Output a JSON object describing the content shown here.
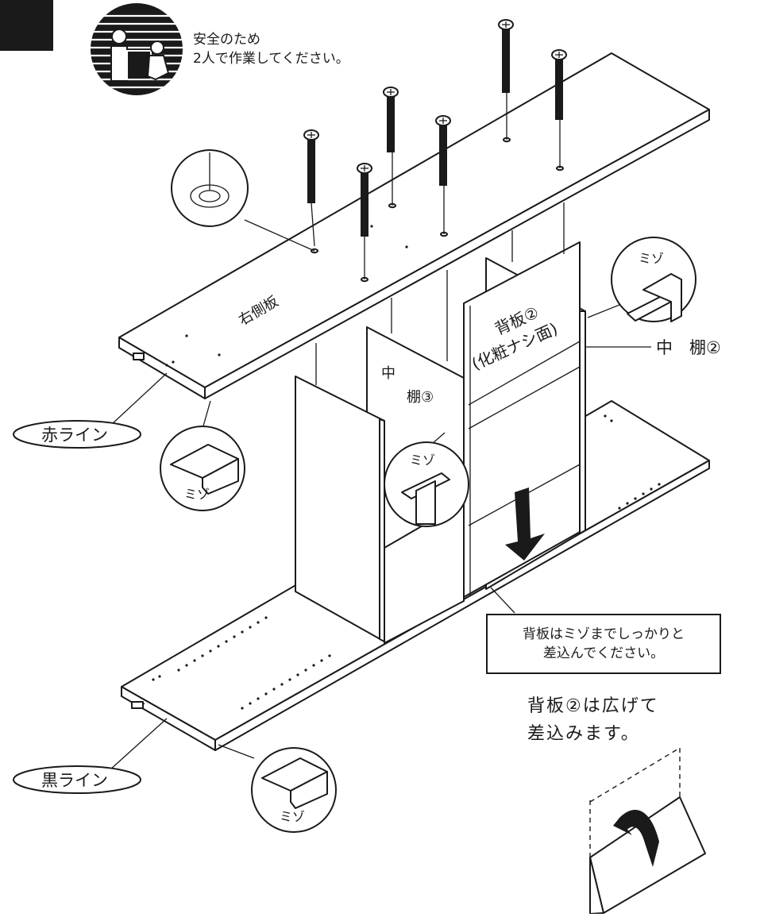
{
  "safety": {
    "line1": "安全のため",
    "line2": "2人で作業してください。"
  },
  "labels": {
    "right_side_panel": "右側板",
    "back_panel_title": "背板②",
    "back_panel_sub": "(化粧ナシ面)",
    "middle_shelf_2": "中　棚②",
    "middle_shelf_3_a": "中",
    "middle_shelf_3_b": "棚③",
    "red_line": "赤ライン",
    "black_line": "黒ライン",
    "groove": "ミゾ"
  },
  "notes": {
    "insert_line1": "背板はミゾまでしっかりと",
    "insert_line2": "差込んでください。",
    "spread_line1": "背板②は広げて",
    "spread_line2": "差込みます。"
  },
  "icons": [
    "two-person-safety-icon",
    "screw-icon",
    "down-arrow-icon",
    "curved-arrow-icon",
    "groove-detail-icon"
  ]
}
